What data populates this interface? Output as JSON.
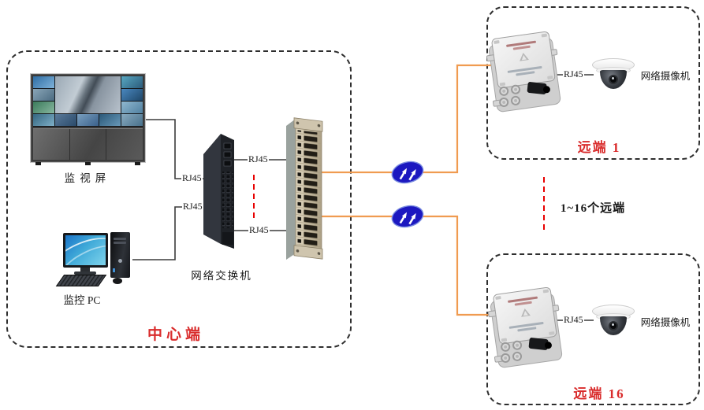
{
  "labels": {
    "rj45": "RJ45",
    "center_zone": "中心端",
    "monitor_wall": "监视屏",
    "pc": "监控 PC",
    "switch": "网络交换机",
    "between_remotes": "1~16个远端",
    "remote1": "远端 1",
    "remote16": "远端 16",
    "camera1": "网络摄像机",
    "camera16": "网络摄像机"
  },
  "colors": {
    "connection_line": "#3B3B3B",
    "fiber_link_orange": "#F09B50",
    "zone_label_red": "#D92B2B",
    "dashed_marker_red": "#E80000",
    "wireless_link_blue": "#1C18C0",
    "patch_panel_beige": "#CFC5AE",
    "switch_dark": "#2D3138"
  },
  "icons": {
    "link1": "double-arrow-wireless-link-icon",
    "link2": "double-arrow-wireless-link-icon"
  }
}
